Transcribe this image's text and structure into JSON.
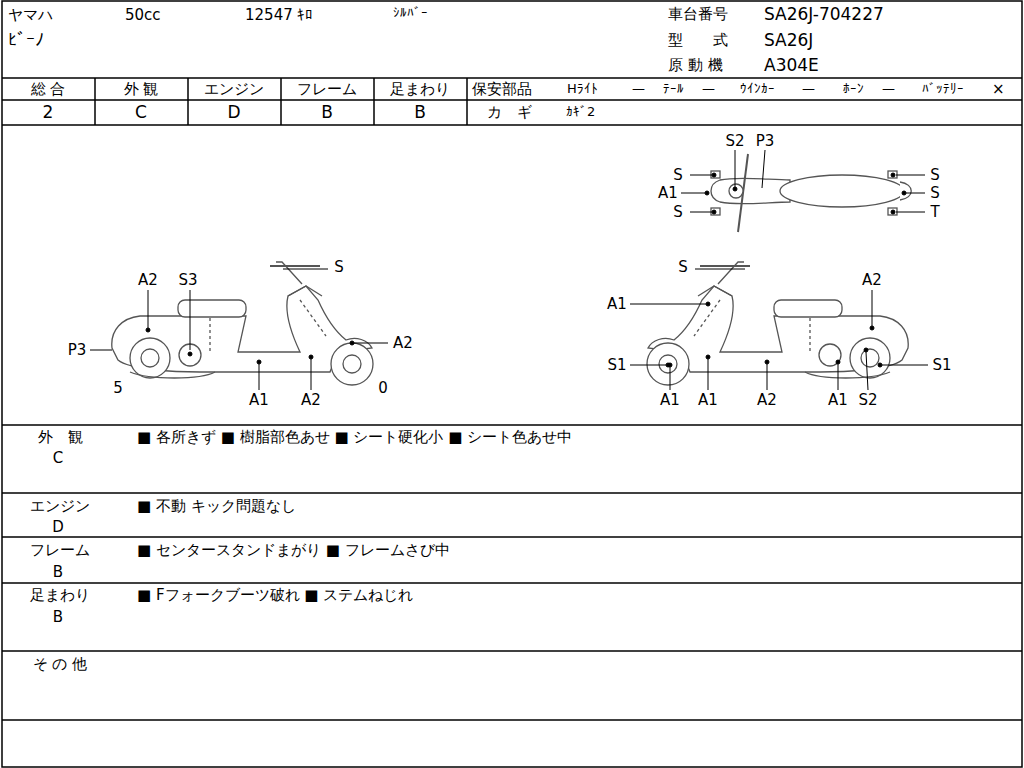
{
  "diagram": {
    "labels": [
      "ヤマハ",
      "50cc",
      "12547 ｷﾛ",
      "ｼﾙﾊﾞｰ",
      "ﾋﾞｰﾉ",
      "車台番号",
      "SA26J-704227",
      "型　　式",
      "SA26J",
      "原 動 機",
      "A304E",
      "総 合",
      "外 観",
      "エンジン",
      "フレーム",
      "足まわり",
      "2",
      "C",
      "D",
      "B",
      "B",
      "保安部品",
      "Hﾗｲﾄ",
      "—",
      "ﾃｰﾙ",
      "—",
      "ｳｲﾝｶｰ",
      "—",
      "ﾎｰﾝ",
      "—",
      "ﾊﾞｯﾃﾘｰ",
      "×",
      "カ　ギ",
      "ｶｷﾞ2",
      "S2",
      "P3",
      "S",
      "S",
      "A1",
      "S",
      "S",
      "T",
      "A2",
      "S3",
      "S",
      "P3",
      "A2",
      "5",
      "A1",
      "A2",
      "0",
      "S",
      "A2",
      "A1",
      "S1",
      "S1",
      "A1",
      "A1",
      "A2",
      "A1",
      "S2",
      "外　観",
      "C",
      "■ 各所きず ■ 樹脂部色あせ ■ シート硬化小 ■ シート色あせ中",
      "エンジン",
      "D",
      "■ 不動 キック問題なし",
      "フレーム",
      "B",
      "■ センタースタンドまがり ■ フレームさび中",
      "足まわり",
      "B",
      "■ Fフォークブーツ破れ ■ ステムねじれ",
      "そ の 他"
    ]
  }
}
